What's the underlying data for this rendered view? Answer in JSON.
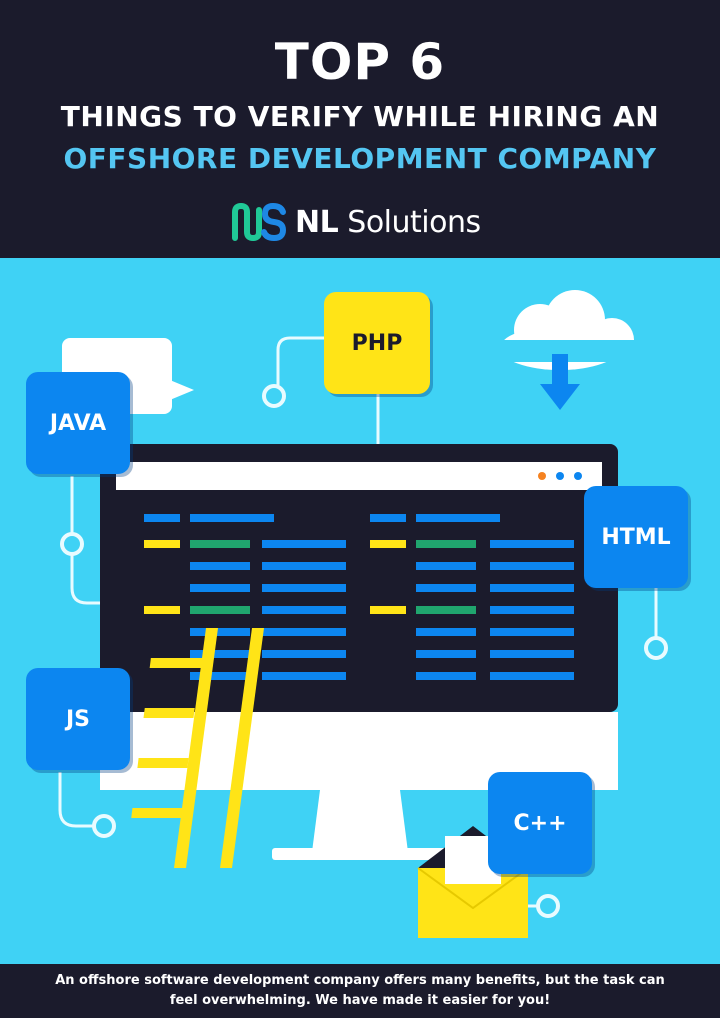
{
  "header": {
    "top": "TOP 6",
    "line1": "THINGS TO VERIFY WHILE HIRING AN",
    "line2": "OFFSHORE DEVELOPMENT COMPANY",
    "brand": {
      "icon": "nl-solutions-logo-icon",
      "name_bold": "NL",
      "name_rest": " Solutions"
    }
  },
  "tags": {
    "php": "PHP",
    "java": "JAVA",
    "html": "HTML",
    "js": "JS",
    "cpp": "C++"
  },
  "footer": {
    "line1": "An offshore software development company offers many benefits, but the task can",
    "line2": "feel overwhelming. We have made it easier for you!"
  },
  "colors": {
    "header_bg": "#1b1b2c",
    "scene_bg": "#3fd2f5",
    "accent_blue": "#0c86f0",
    "accent_yellow": "#ffe417",
    "accent_light_blue": "#54c6f2",
    "code_green": "#20a56e"
  }
}
